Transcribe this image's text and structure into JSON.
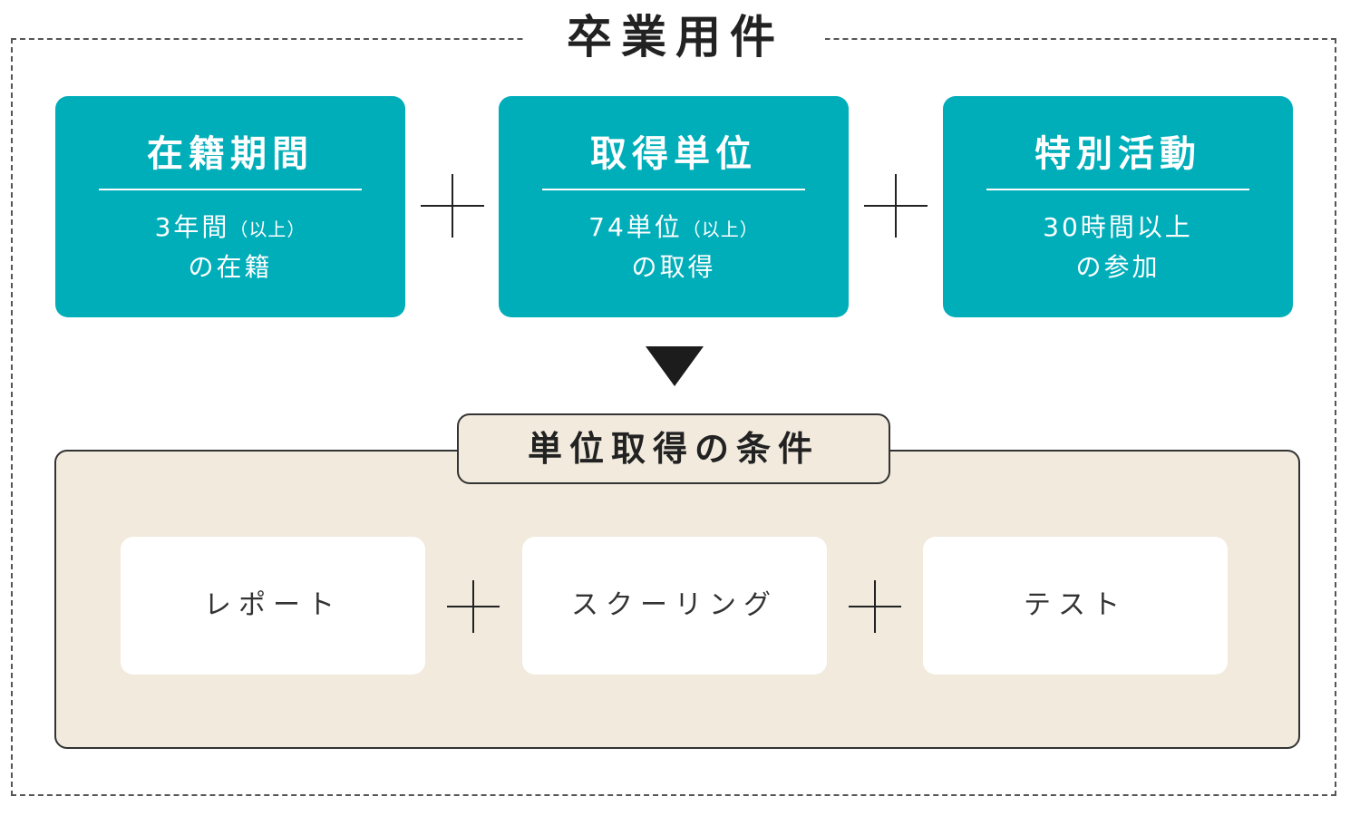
{
  "title": "卒業用件",
  "requirements": [
    {
      "heading": "在籍期間",
      "line1_main": "3年間",
      "line1_paren": "（以上）",
      "line2": "の在籍"
    },
    {
      "heading": "取得単位",
      "line1_main": "74単位",
      "line1_paren": "（以上）",
      "line2": "の取得"
    },
    {
      "heading": "特別活動",
      "line1_main": "30時間以上",
      "line1_paren": "",
      "line2": "の参加"
    }
  ],
  "conditions": {
    "title": "単位取得の条件",
    "items": [
      "レポート",
      "スクーリング",
      "テスト"
    ]
  },
  "colors": {
    "teal": "#00aeba",
    "beige": "#f1eadd",
    "dark": "#222222"
  }
}
